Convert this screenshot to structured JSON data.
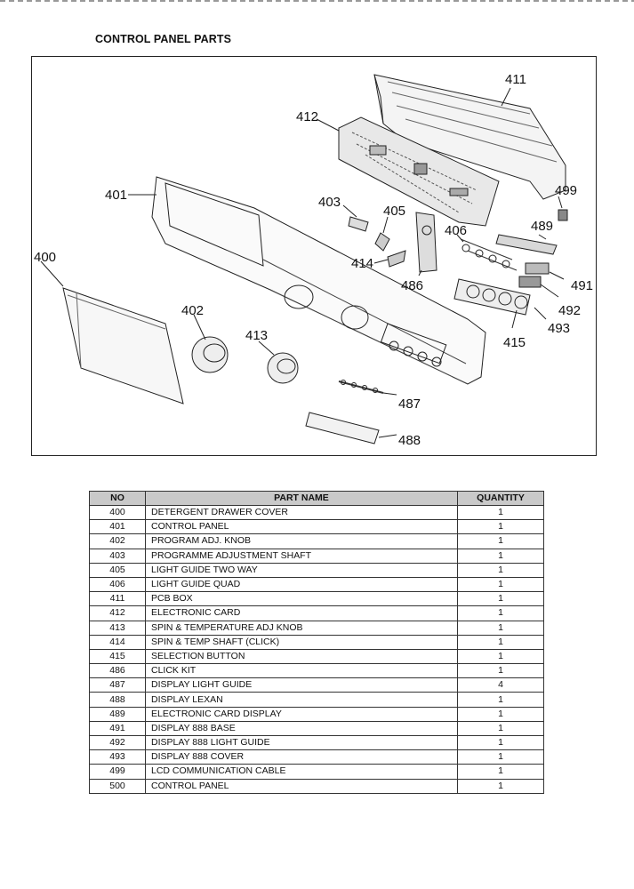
{
  "page": {
    "title": "CONTROL PANEL PARTS"
  },
  "diagram": {
    "callouts": [
      "411",
      "412",
      "401",
      "403",
      "405",
      "499",
      "489",
      "406",
      "400",
      "414",
      "486",
      "491",
      "492",
      "402",
      "413",
      "493",
      "415",
      "487",
      "488"
    ]
  },
  "table": {
    "headers": {
      "no": "NO",
      "part_name": "PART NAME",
      "quantity": "QUANTITY"
    },
    "rows": [
      {
        "no": "400",
        "name": "DETERGENT DRAWER COVER",
        "qty": "1"
      },
      {
        "no": "401",
        "name": "CONTROL PANEL",
        "qty": "1"
      },
      {
        "no": "402",
        "name": "PROGRAM ADJ. KNOB",
        "qty": "1"
      },
      {
        "no": "403",
        "name": "PROGRAMME ADJUSTMENT SHAFT",
        "qty": "1"
      },
      {
        "no": "405",
        "name": "LIGHT GUIDE TWO WAY",
        "qty": "1"
      },
      {
        "no": "406",
        "name": "LIGHT GUIDE QUAD",
        "qty": "1"
      },
      {
        "no": "411",
        "name": "PCB BOX",
        "qty": "1"
      },
      {
        "no": "412",
        "name": "ELECTRONIC CARD",
        "qty": "1"
      },
      {
        "no": "413",
        "name": "SPIN & TEMPERATURE ADJ KNOB",
        "qty": "1"
      },
      {
        "no": "414",
        "name": "SPIN & TEMP SHAFT (CLICK)",
        "qty": "1"
      },
      {
        "no": "415",
        "name": "SELECTION BUTTON",
        "qty": "1"
      },
      {
        "no": "486",
        "name": "CLICK KIT",
        "qty": "1"
      },
      {
        "no": "487",
        "name": "DISPLAY LIGHT GUIDE",
        "qty": "4"
      },
      {
        "no": "488",
        "name": "DISPLAY LEXAN",
        "qty": "1"
      },
      {
        "no": "489",
        "name": "ELECTRONIC CARD DISPLAY",
        "qty": "1"
      },
      {
        "no": "491",
        "name": "DISPLAY 888 BASE",
        "qty": "1"
      },
      {
        "no": "492",
        "name": "DISPLAY 888 LIGHT GUIDE",
        "qty": "1"
      },
      {
        "no": "493",
        "name": "DISPLAY 888 COVER",
        "qty": "1"
      },
      {
        "no": "499",
        "name": "LCD COMMUNICATION CABLE",
        "qty": "1"
      },
      {
        "no": "500",
        "name": "CONTROL PANEL",
        "qty": "1"
      }
    ]
  }
}
